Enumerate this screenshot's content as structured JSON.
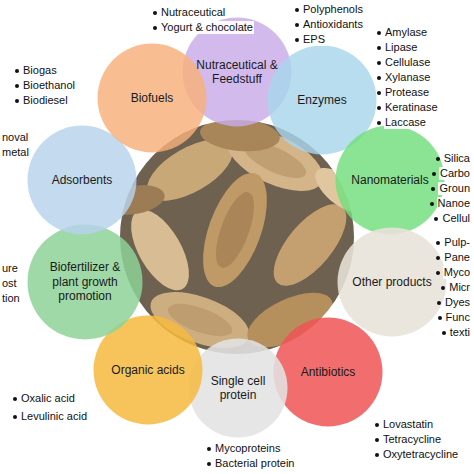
{
  "diagram": {
    "nodes": [
      {
        "text": [
          "Nutraceutical & Feedstuff"
        ]
      },
      {
        "text": [
          "Enzymes"
        ]
      },
      {
        "text": [
          "Nanomaterials"
        ]
      },
      {
        "text": [
          "Other products"
        ]
      },
      {
        "text": [
          "Antibiotics"
        ]
      },
      {
        "text": [
          "Single cell protein"
        ]
      },
      {
        "text": [
          "Organic acids"
        ]
      },
      {
        "text": [
          "Biofertilizer & plant growth promotion"
        ]
      },
      {
        "text": [
          "Adsorbents"
        ]
      },
      {
        "text": [
          "Biofuels"
        ]
      }
    ],
    "labels": [
      "Nutraceutical",
      "Yogurt & chocolate",
      "Polyphenols",
      "Antioxidants",
      "EPS",
      "Biogas",
      "Bioethanol",
      "Biodiesel",
      "Amylase",
      "Lipase",
      "Cellulase",
      "Xylanase",
      "Protease",
      "Keratinase",
      "Laccase",
      "noval",
      "metal",
      "Silica",
      "Carbo",
      "Groun",
      "Nanoe",
      "Cellul",
      "Pulp-",
      "Pane",
      "Myco",
      "Micr",
      "Dyes",
      "Func",
      "texti",
      "ure",
      "ost",
      "tion",
      "Oxalic acid",
      "Levulinic acid",
      "Lovastatin",
      "Tetracycline",
      "Oxytetracycline",
      "Mycoproteins",
      "Bacterial protein"
    ]
  }
}
